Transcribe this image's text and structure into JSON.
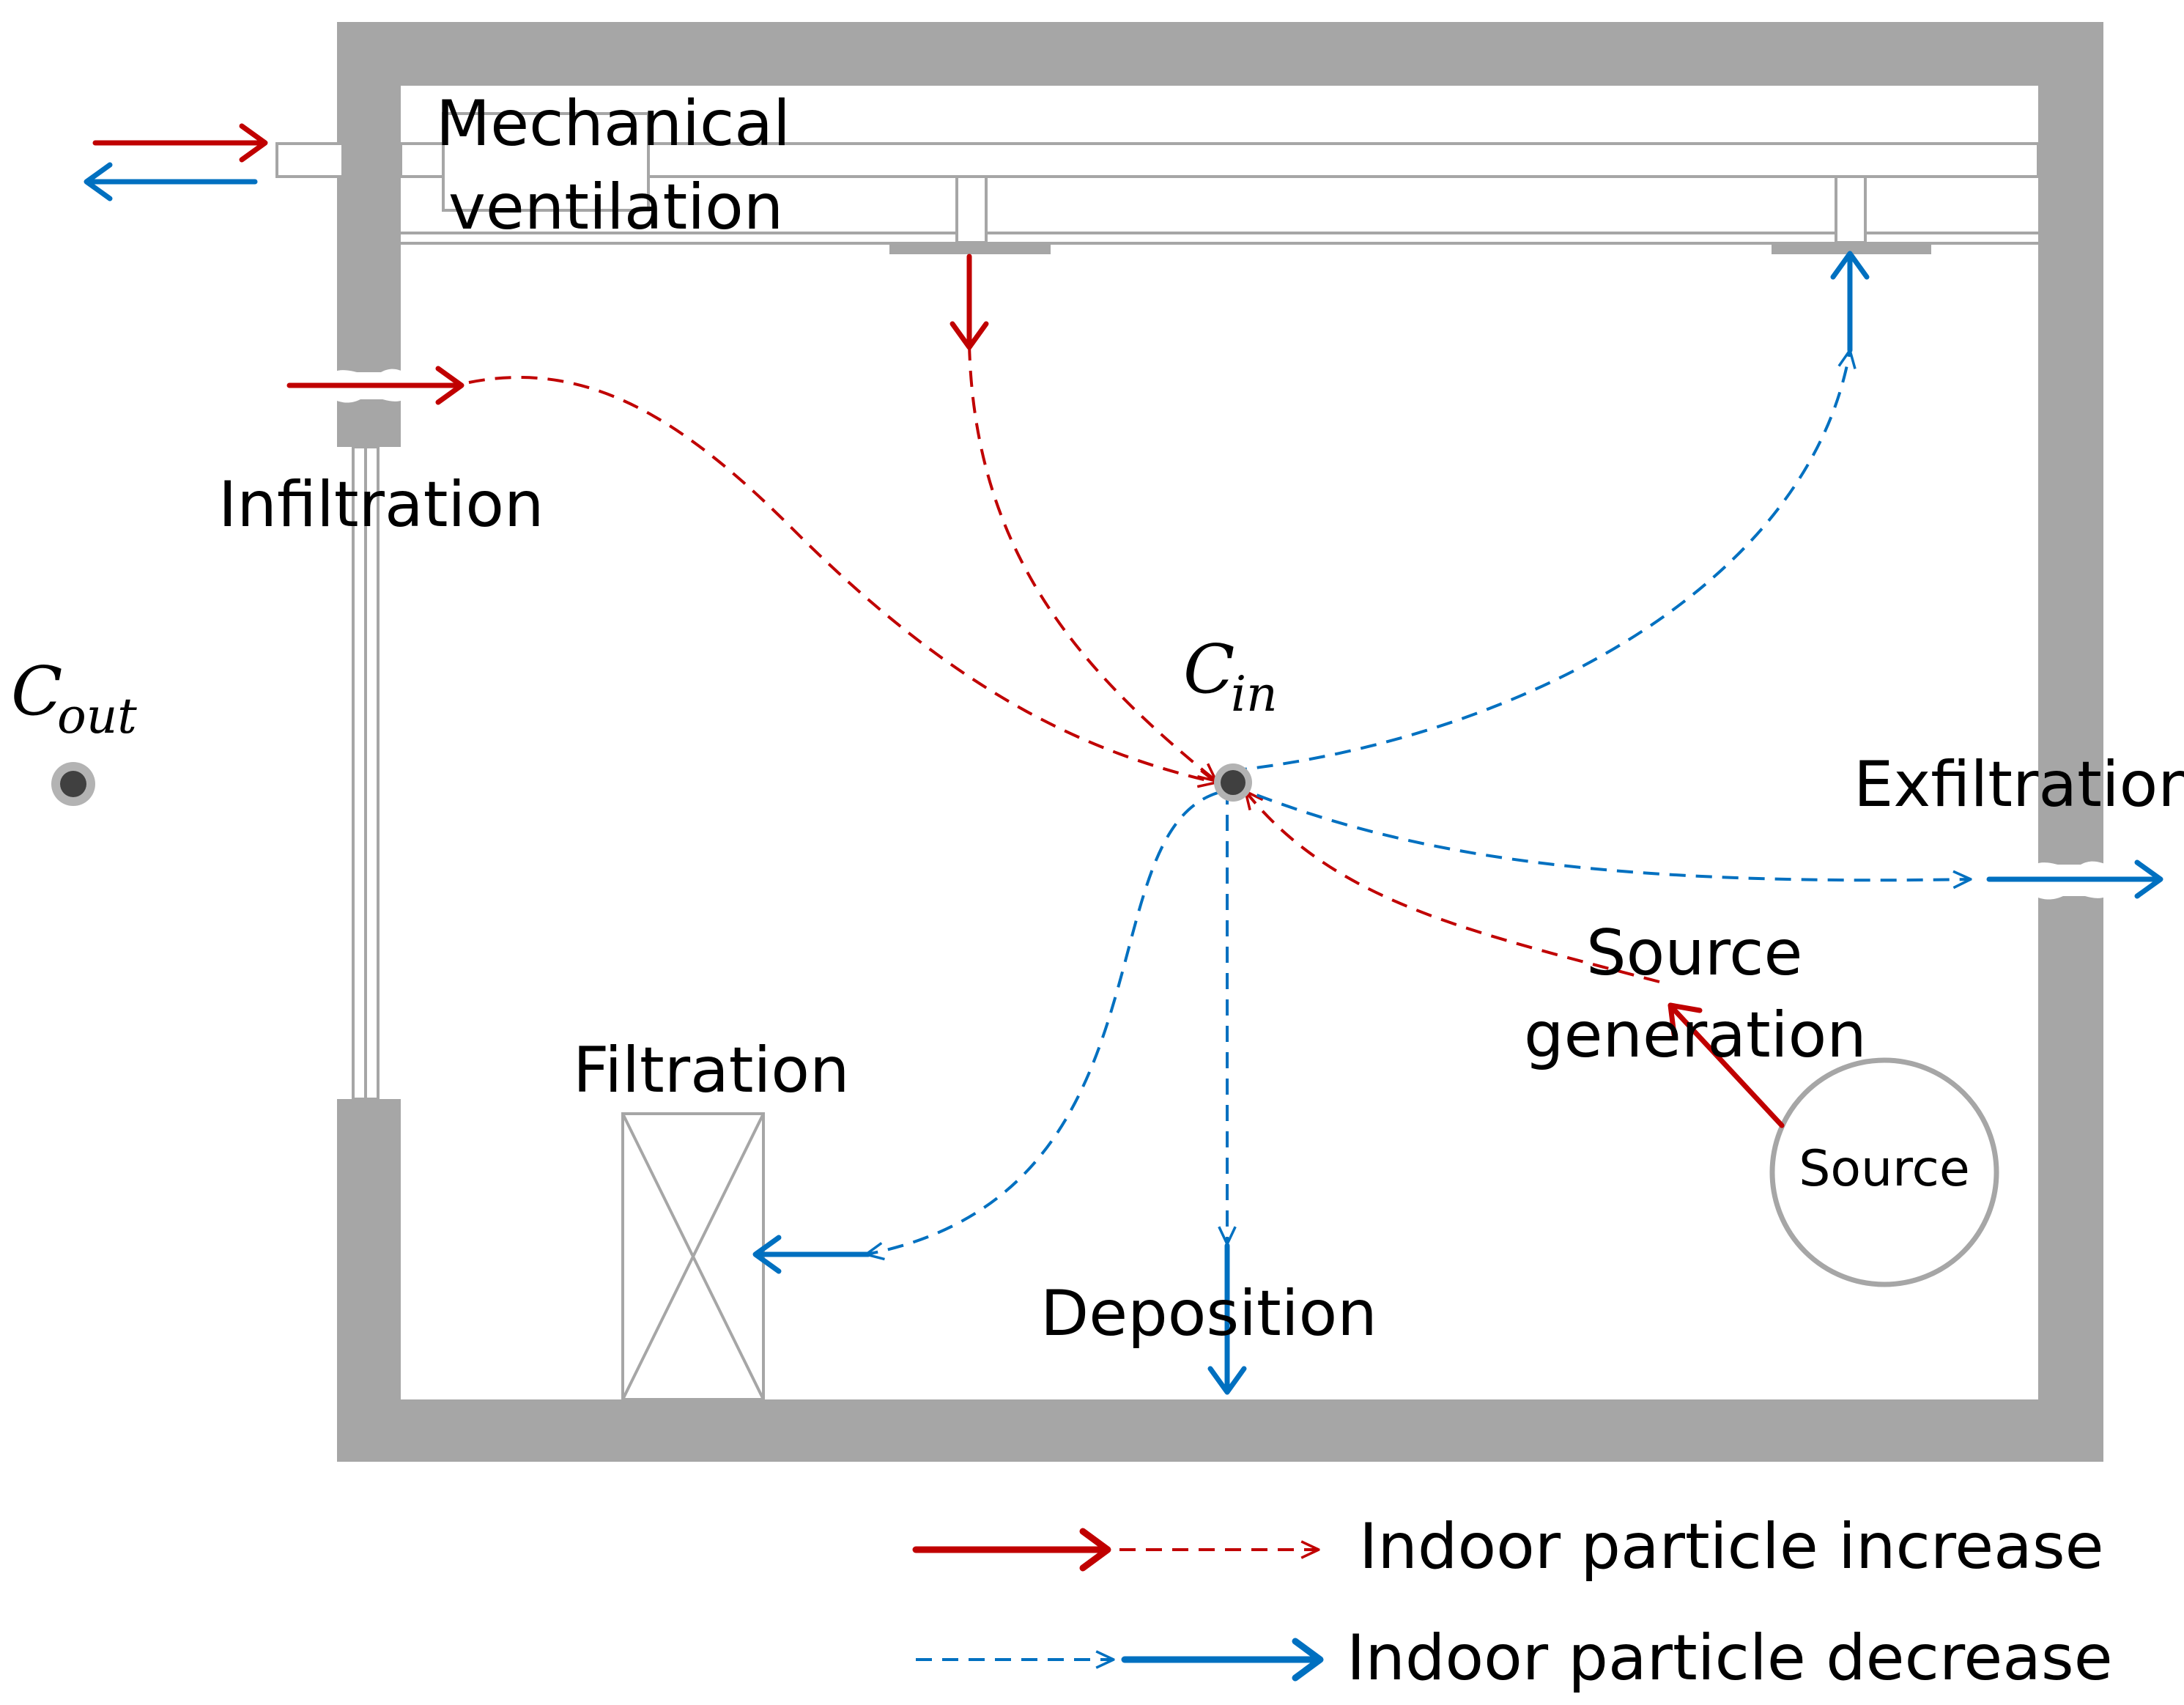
{
  "labels": {
    "mechanical_ventilation_line1": "Mechanical",
    "mechanical_ventilation_line2": "ventilation",
    "infiltration": "Infiltration",
    "exfiltration": "Exfiltration",
    "filtration": "Filtration",
    "deposition": "Deposition",
    "source_generation_line1": "Source",
    "source_generation_line2": "generation",
    "source": "Source",
    "c_out_main": "C",
    "c_out_sub": "out",
    "c_in_main": "C",
    "c_in_sub": "in"
  },
  "legend": [
    {
      "key": "increase",
      "label": "Indoor particle increase"
    },
    {
      "key": "decrease",
      "label": "Indoor particle decrease"
    }
  ],
  "colors": {
    "increase": "#c00000",
    "decrease": "#0070c0",
    "wall": "#a6a6a6",
    "outline": "#a6a6a6",
    "point": "#404040"
  }
}
